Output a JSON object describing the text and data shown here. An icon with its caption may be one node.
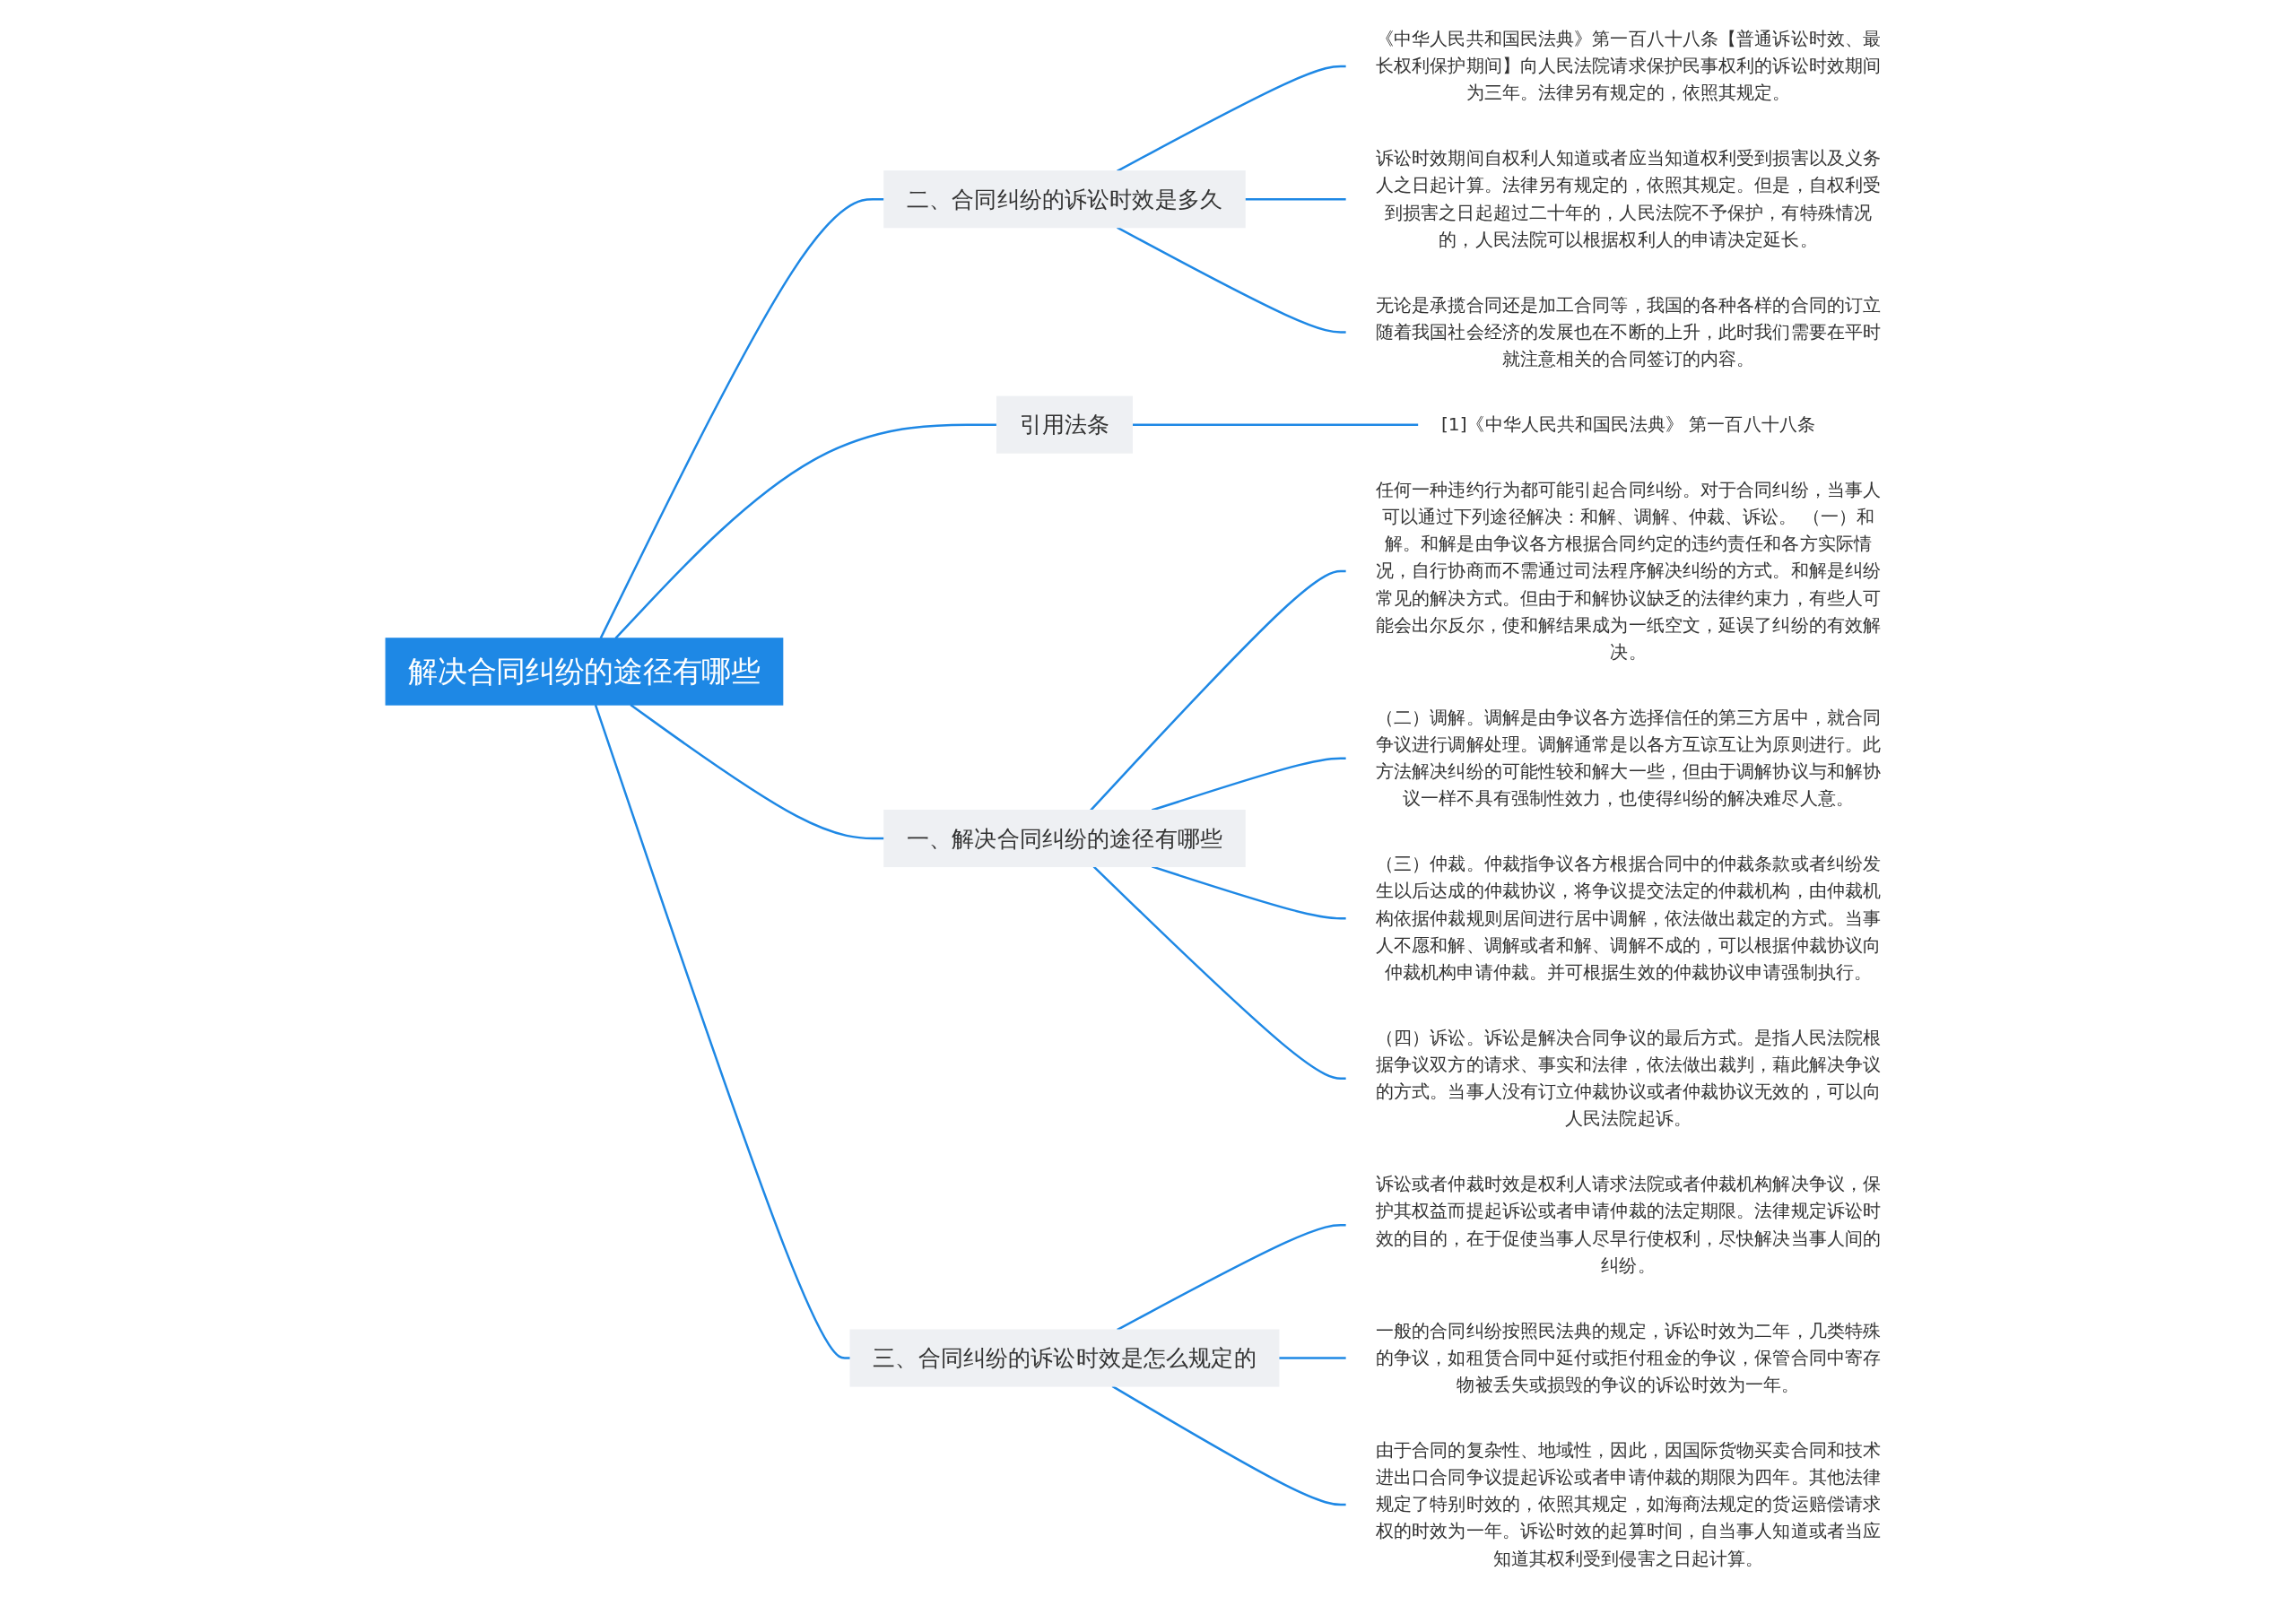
{
  "diagram": {
    "nodes": [
      {
        "text": [
          "解决合同纠纷的途径有哪些"
        ]
      },
      {
        "text": [
          "二、合同纠纷的诉讼时效是多久"
        ]
      },
      {
        "text": [
          "《中华人民共和国民法典》第一百八十八条【普通诉讼时效、最长权利保护期间】向人民法院请求保护民事权利的诉讼时效期间为三年。法律另有规定的，依照其规定。"
        ]
      },
      {
        "text": [
          "诉讼时效期间自权利人知道或者应当知道权利受到损害以及义务人之日起计算。法律另有规定的，依照其规定。但是，自权利受到损害之日起超过二十年的，人民法院不予保护，有特殊情况的，人民法院可以根据权利人的申请决定延长。"
        ]
      },
      {
        "text": [
          "无论是承揽合同还是加工合同等，我国的各种各样的合同的订立随着我国社会经济的发展也在不断的上升，此时我们需要在平时就注意相关的合同签订的内容。"
        ]
      },
      {
        "text": [
          "引用法条"
        ]
      },
      {
        "text": [
          "[1]《中华人民共和国民法典》 第一百八十八条"
        ]
      },
      {
        "text": [
          "一、解决合同纠纷的途径有哪些"
        ]
      },
      {
        "text": [
          "任何一种违约行为都可能引起合同纠纷。对于合同纠纷，当事人可以通过下列途径解决：和解、调解、仲裁、诉讼。 （一）和解。和解是由争议各方根据合同约定的违约责任和各方实际情况，自行协商而不需通过司法程序解决纠纷的方式。和解是纠纷常见的解决方式。但由于和解协议缺乏的法律约束力，有些人可能会出尔反尔，使和解结果成为一纸空文，延误了纠纷的有效解决。"
        ]
      },
      {
        "text": [
          "（二）调解。调解是由争议各方选择信任的第三方居中，就合同争议进行调解处理。调解通常是以各方互谅互让为原则进行。此方法解决纠纷的可能性较和解大一些，但由于调解协议与和解协议一样不具有强制性效力，也使得纠纷的解决难尽人意。"
        ]
      },
      {
        "text": [
          "（三）仲裁。仲裁指争议各方根据合同中的仲裁条款或者纠纷发生以后达成的仲裁协议，将争议提交法定的仲裁机构，由仲裁机构依据仲裁规则居间进行居中调解，依法做出裁定的方式。当事人不愿和解、调解或者和解、调解不成的，可以根据仲裁协议向仲裁机构申请仲裁。并可根据生效的仲裁协议申请强制执行。"
        ]
      },
      {
        "text": [
          "（四）诉讼。诉讼是解决合同争议的最后方式。是指人民法院根据争议双方的请求、事实和法律，依法做出裁判，藉此解决争议的方式。当事人没有订立仲裁协议或者仲裁协议无效的，可以向人民法院起诉。"
        ]
      },
      {
        "text": [
          "三、合同纠纷的诉讼时效是怎么规定的"
        ]
      },
      {
        "text": [
          "诉讼或者仲裁时效是权利人请求法院或者仲裁机构解决争议，保护其权益而提起诉讼或者申请仲裁的法定期限。法律规定诉讼时效的目的，在于促使当事人尽早行使权利，尽快解决当事人间的纠纷。"
        ]
      },
      {
        "text": [
          "一般的合同纠纷按照民法典的规定，诉讼时效为二年，几类特殊的争议，如租赁合同中延付或拒付租金的争议，保管合同中寄存物被丢失或损毁的争议的诉讼时效为一年。"
        ]
      },
      {
        "text": [
          "由于合同的复杂性、地域性，因此，因国际货物买卖合同和技术进出口合同争议提起诉讼或者申请仲裁的期限为四年。其他法律规定了特别时效的，依照其规定，如海商法规定的货运赔偿请求权的时效为一年。诉讼时效的起算时间，自当事人知道或者当应知道其权利受到侵害之日起计算。"
        ]
      }
    ],
    "edges": [
      {
        "from": 0,
        "to": 1,
        "arrow": "none"
      },
      {
        "from": 1,
        "to": 2,
        "arrow": "none"
      },
      {
        "from": 1,
        "to": 3,
        "arrow": "none"
      },
      {
        "from": 1,
        "to": 4,
        "arrow": "none"
      },
      {
        "from": 0,
        "to": 5,
        "arrow": "none"
      },
      {
        "from": 5,
        "to": 6,
        "arrow": "none"
      },
      {
        "from": 0,
        "to": 7,
        "arrow": "none"
      },
      {
        "from": 7,
        "to": 8,
        "arrow": "none"
      },
      {
        "from": 7,
        "to": 9,
        "arrow": "none"
      },
      {
        "from": 7,
        "to": 10,
        "arrow": "none"
      },
      {
        "from": 7,
        "to": 11,
        "arrow": "none"
      },
      {
        "from": 0,
        "to": 12,
        "arrow": "none"
      },
      {
        "from": 12,
        "to": 13,
        "arrow": "none"
      },
      {
        "from": 12,
        "to": 14,
        "arrow": "none"
      },
      {
        "from": 12,
        "to": 15,
        "arrow": "none"
      }
    ]
  }
}
